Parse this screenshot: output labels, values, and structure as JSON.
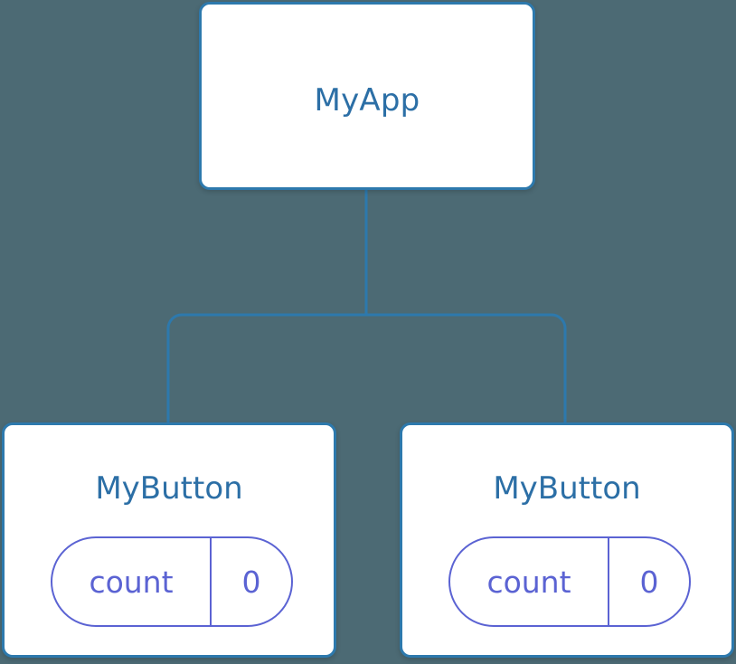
{
  "diagram": {
    "title": "component-tree",
    "background_color": "#4c6a74",
    "node_border_color": "#2d79ad",
    "node_fill_color": "#ffffff",
    "node_label_color": "#2c6fa6",
    "connector_color": "#2d79ad",
    "state_accent_color": "#5b63d3"
  },
  "root": {
    "label": "MyApp"
  },
  "children": [
    {
      "label": "MyButton",
      "state": {
        "key": "count",
        "value": "0"
      }
    },
    {
      "label": "MyButton",
      "state": {
        "key": "count",
        "value": "0"
      }
    }
  ]
}
